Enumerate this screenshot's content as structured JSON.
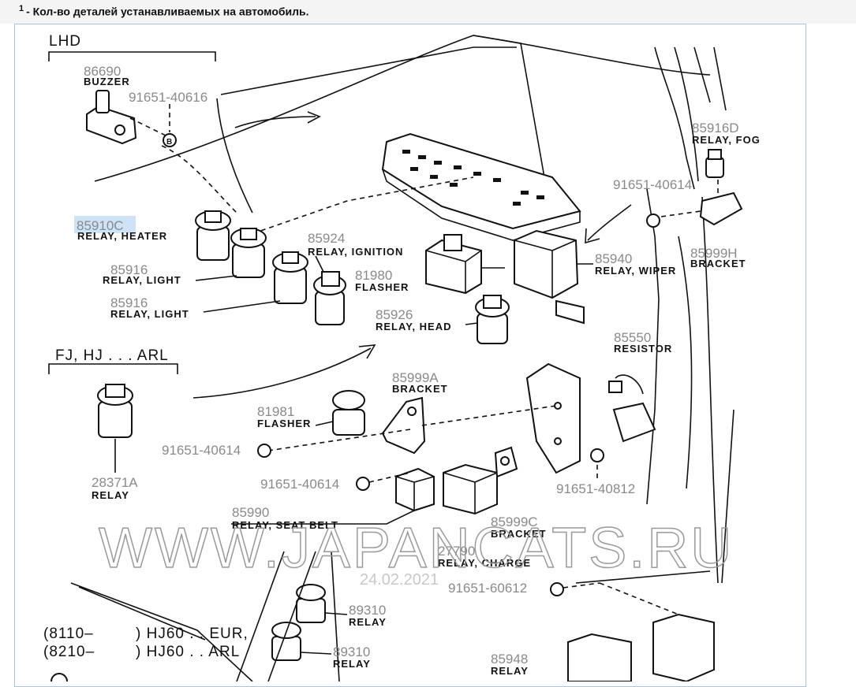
{
  "footnote": {
    "marker": "1",
    "text": "- Кол-во деталей устанавливаемых на автомобиль."
  },
  "groups": {
    "lhd": "LHD",
    "fj": "FJ, HJ . . . ARL"
  },
  "variants": [
    {
      "code": "(8110–",
      "desc": ") HJ60 . . EUR,"
    },
    {
      "code": "(8210–",
      "desc": ") HJ60 . . ARL"
    }
  ],
  "bolt_symbol": "B",
  "parts": [
    {
      "num": "86690",
      "name": "BUZZER"
    },
    {
      "num": "91651-40616",
      "name": ""
    },
    {
      "num": "85910C",
      "name": "RELAY, HEATER"
    },
    {
      "num": "85916",
      "name": "RELAY, LIGHT"
    },
    {
      "num": "85916",
      "name": "RELAY, LIGHT"
    },
    {
      "num": "85924",
      "name": "RELAY, IGNITION"
    },
    {
      "num": "81980",
      "name": "FLASHER"
    },
    {
      "num": "85926",
      "name": "RELAY, HEAD"
    },
    {
      "num": "85916D",
      "name": "RELAY, FOG"
    },
    {
      "num": "91651-40614",
      "name": ""
    },
    {
      "num": "85999H",
      "name": "BRACKET"
    },
    {
      "num": "85940",
      "name": "RELAY, WIPER"
    },
    {
      "num": "85550",
      "name": "RESISTOR"
    },
    {
      "num": "85999A",
      "name": "BRACKET"
    },
    {
      "num": "81981",
      "name": "FLASHER"
    },
    {
      "num": "91651-40614",
      "name": ""
    },
    {
      "num": "28371A",
      "name": "RELAY"
    },
    {
      "num": "91651-40614",
      "name": ""
    },
    {
      "num": "85990",
      "name": "RELAY, SEAT BELT"
    },
    {
      "num": "85999C",
      "name": "BRACKET"
    },
    {
      "num": "91651-40812",
      "name": ""
    },
    {
      "num": "27790",
      "name": "RELAY, CHARGE"
    },
    {
      "num": "91651-60612",
      "name": ""
    },
    {
      "num": "89310",
      "name": "RELAY"
    },
    {
      "num": "89310",
      "name": "RELAY"
    },
    {
      "num": "85948",
      "name": "RELAY"
    }
  ],
  "watermark": {
    "site": "WWW.JAPANCATS.RU",
    "date": "24.02.2021"
  }
}
